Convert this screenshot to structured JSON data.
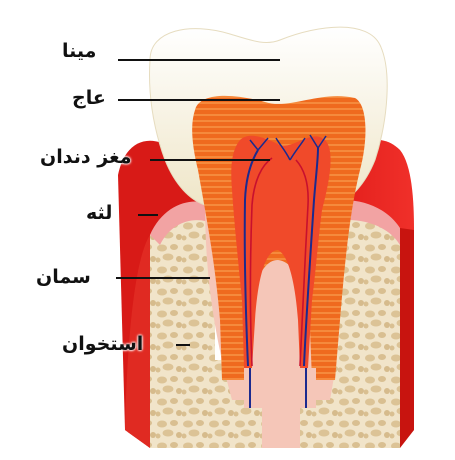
{
  "diagram": {
    "labels": {
      "enamel": "مینا",
      "dentin": "عاج",
      "pulp": "مغز دندان",
      "gum": "لثه",
      "cementum": "سمان",
      "bone": "استخوان"
    }
  },
  "colors": {
    "enamel": "#f7f1dc",
    "enamel_shadow": "#e9dfc2",
    "dentin": "#ef6a1e",
    "dentin_stripe": "#f58a3c",
    "pulp": "#f04a2a",
    "gum": "#e8231f",
    "gum_inner": "#f2a3a3",
    "bone": "#f1e4c9",
    "bone_cell": "#d9bf91",
    "nerve": "#1b2a8f",
    "vessel": "#c8102e"
  }
}
